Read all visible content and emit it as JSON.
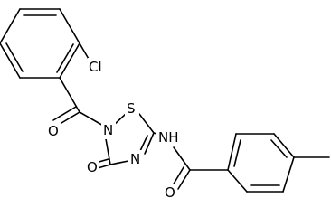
{
  "molecule": {
    "labels": {
      "cl": "Cl",
      "o_carbonyl_left": "O",
      "n_ring": "N",
      "s_ring": "S",
      "o_ring": "O",
      "n_imine": "N",
      "nh_amide": "NH",
      "o_amide": "O"
    }
  },
  "colors": {
    "bond": "#000000",
    "label": "#000000",
    "background": "#ffffff"
  }
}
